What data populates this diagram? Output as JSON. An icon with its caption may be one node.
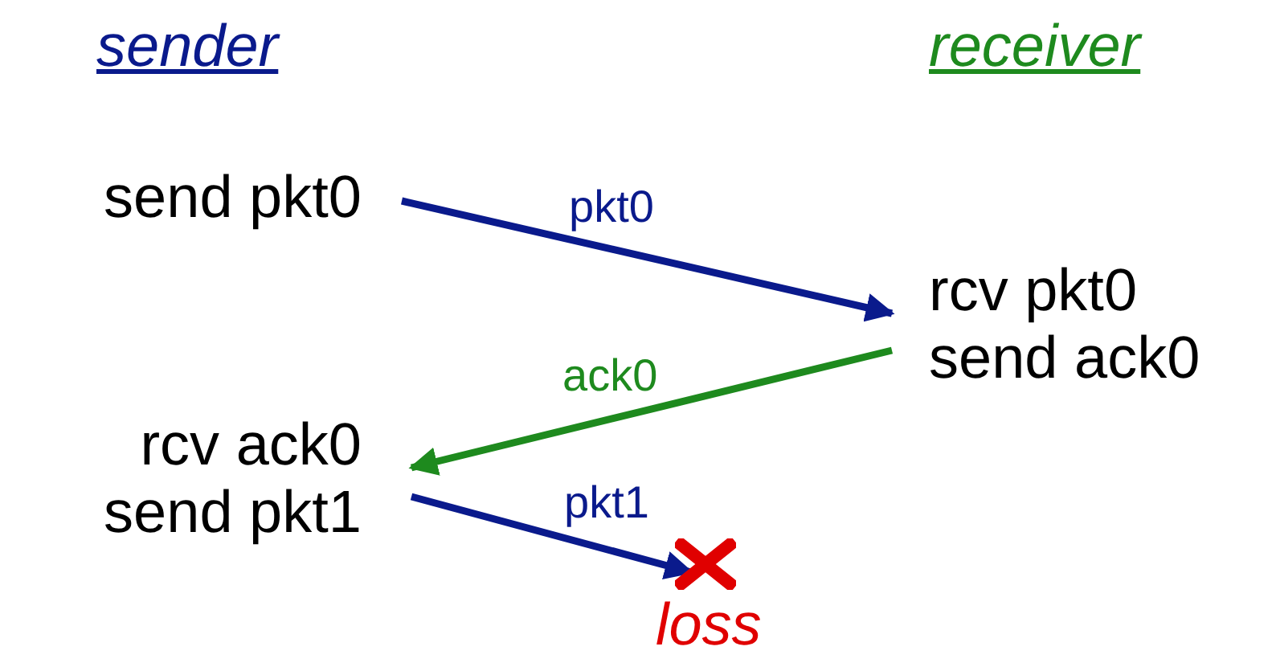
{
  "diagram": {
    "nodes": [
      {
        "text": [
          "send pkt0"
        ]
      },
      {
        "text": [
          "rcv pkt0 send ack0"
        ]
      },
      {
        "text": [
          "rcv ack0 send pkt1"
        ]
      },
      {
        "text": [],
        "shape": "cross",
        "beside": [
          "loss"
        ]
      }
    ],
    "edges": [
      {
        "from": 0,
        "to": 1,
        "arrow": "to",
        "label": "pkt0"
      },
      {
        "from": 1,
        "to": 2,
        "arrow": "to",
        "label": "ack0",
        "color": "#1e8a1e"
      },
      {
        "from": 2,
        "to": 3,
        "arrow": "to",
        "label": "pkt1"
      }
    ],
    "labels": [
      "sender",
      "receiver"
    ]
  }
}
